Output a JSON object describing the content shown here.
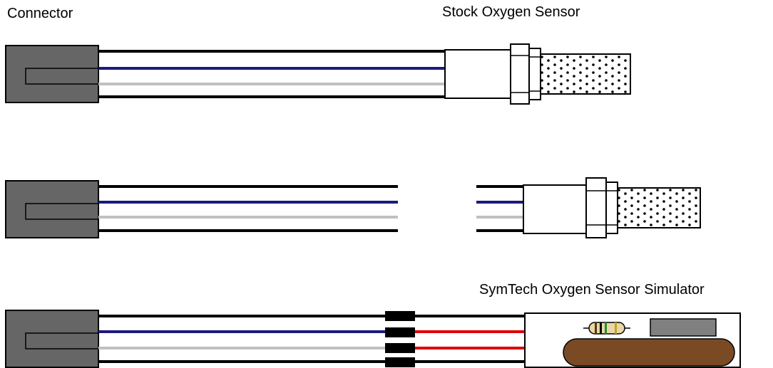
{
  "labels": {
    "connector": "Connector",
    "stock_sensor": "Stock Oxygen Sensor",
    "simulator": "SymTech Oxygen Sensor Simulator"
  },
  "colors": {
    "connector_fill": "#666666",
    "blue_wire": "#1a1a80",
    "gray_wire": "#c0c0c0",
    "red_wire": "#e00000",
    "resistor_body": "#e8d8a8",
    "simulator_pad": "#7a4a25",
    "simulator_chip": "#808080"
  }
}
